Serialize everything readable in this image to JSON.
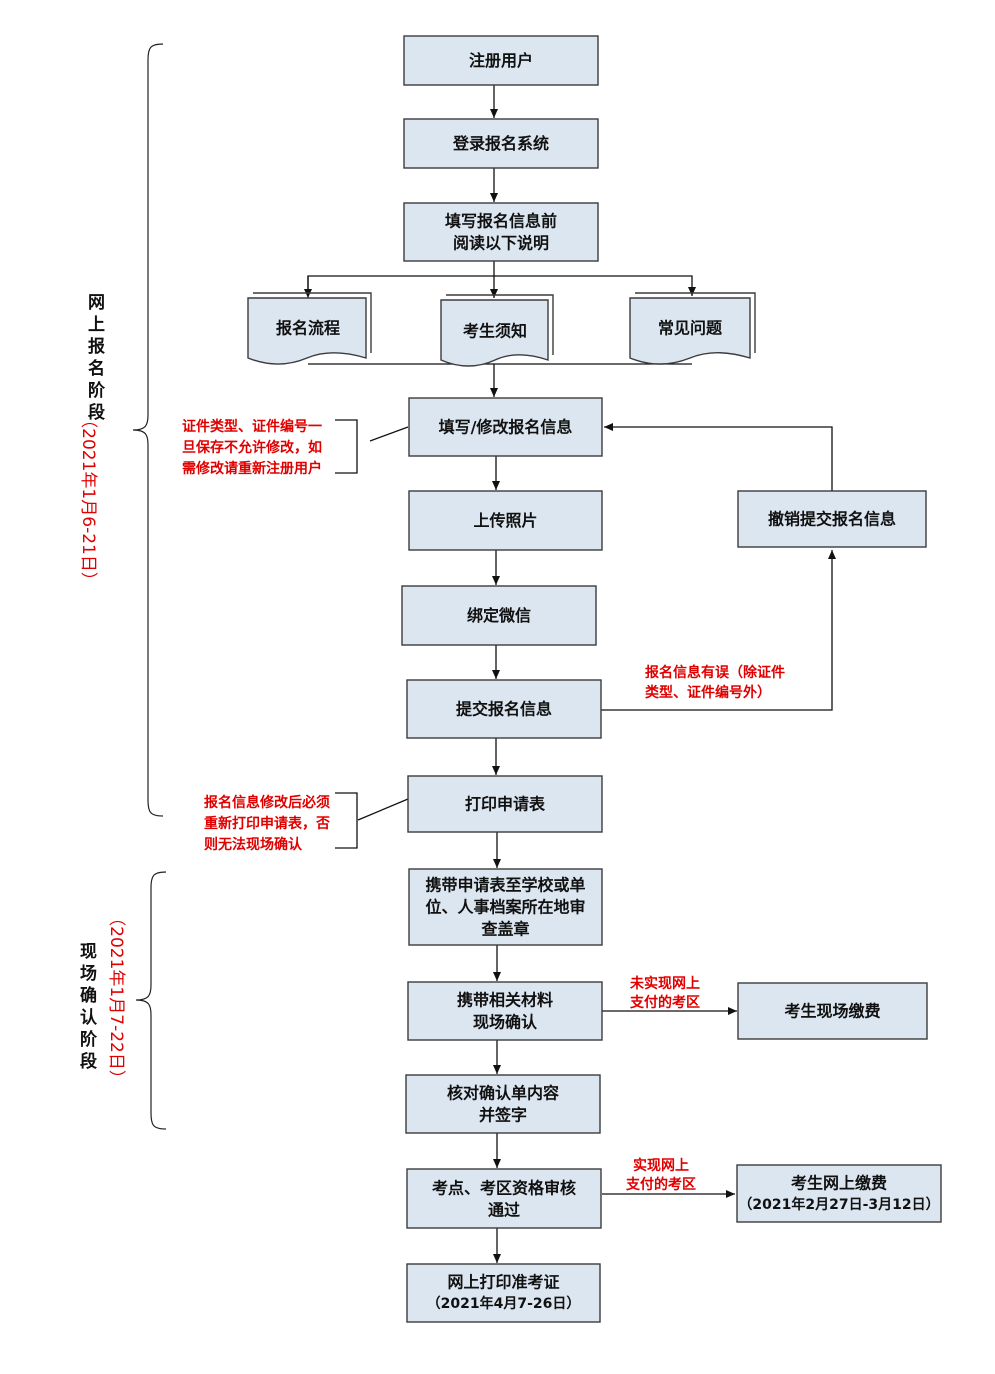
{
  "colors": {
    "node_fill": "#dce6f1",
    "node_stroke": "#3c3c3c",
    "annotation": "#e00000",
    "text": "#111111"
  },
  "stages": {
    "online": {
      "title_chars": [
        "网",
        "上",
        "报",
        "名",
        "阶",
        "段"
      ],
      "period": "（2021年1月6-21日）"
    },
    "onsite": {
      "title_chars": [
        "现",
        "场",
        "确",
        "认",
        "阶",
        "段"
      ],
      "period": "（2021年1月7-22日）"
    }
  },
  "nodes": {
    "register": [
      "注册用户"
    ],
    "login": [
      "登录报名系统"
    ],
    "read": [
      "填写报名信息前",
      "阅读以下说明"
    ],
    "doc_process": [
      "报名流程"
    ],
    "doc_notice": [
      "考生须知"
    ],
    "doc_faq": [
      "常见问题"
    ],
    "fill": [
      "填写/修改报名信息"
    ],
    "photo": [
      "上传照片"
    ],
    "wechat": [
      "绑定微信"
    ],
    "submit": [
      "提交报名信息"
    ],
    "print_form": [
      "打印申请表"
    ],
    "cancel": [
      "撤销提交报名信息"
    ],
    "stamp": [
      "携带申请表至学校或单",
      "位、人事档案所在地审",
      "查盖章"
    ],
    "materials": [
      "携带相关材料",
      "现场确认"
    ],
    "onsite_pay": [
      "考生现场缴费"
    ],
    "verify": [
      "核对确认单内容",
      "并签字"
    ],
    "review": [
      "考点、考区资格审核",
      "通过"
    ],
    "online_pay": [
      "考生网上缴费",
      "（2021年2月27日-3月12日）"
    ],
    "admit": [
      "网上打印准考证",
      "（2021年4月7-26日）"
    ]
  },
  "notes": {
    "id_note": [
      "证件类型、证件编号一",
      "旦保存不允许修改，如",
      "需修改请重新注册用户"
    ],
    "error_note": [
      "报名信息有误（除证件",
      "类型、证件编号外）"
    ],
    "reprint_note": [
      "报名信息修改后必须",
      "重新打印申请表，否",
      "则无法现场确认"
    ],
    "no_online_pay": [
      "未实现网上",
      "支付的考区"
    ],
    "online_pay_area": [
      "实现网上",
      "支付的考区"
    ]
  }
}
